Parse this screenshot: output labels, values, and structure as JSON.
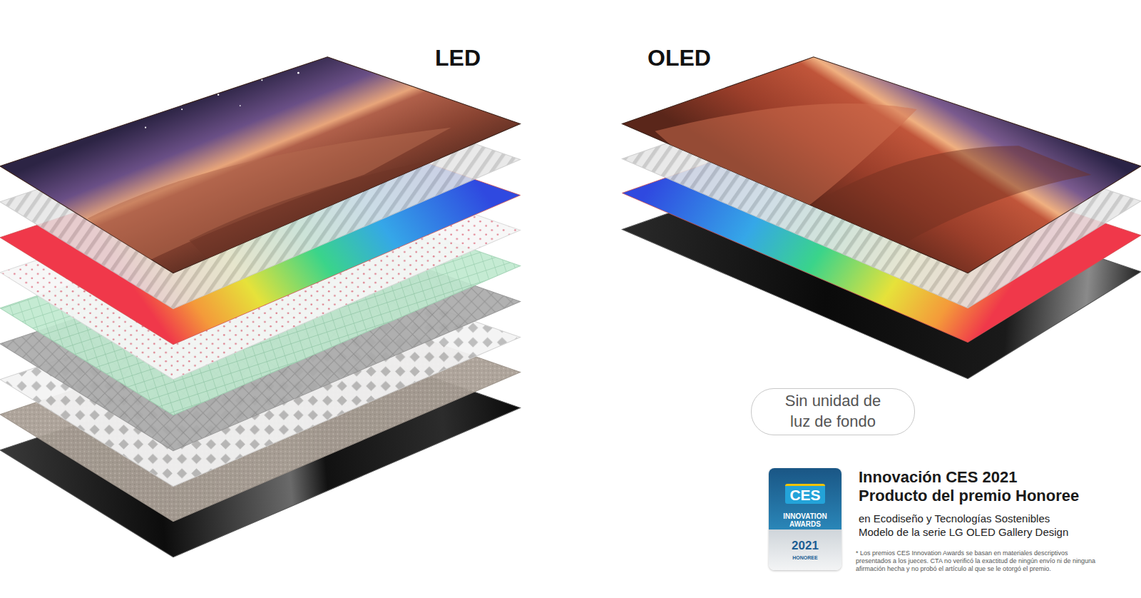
{
  "diagram": {
    "nodes": [
      {
        "text": [
          "Sin unidad de luz de fondo"
        ]
      },
      {
        "text": [
          "CES",
          "INNOVATION AWARDS",
          "2021",
          "HONOREE"
        ]
      }
    ],
    "labels": [
      "LED",
      "OLED",
      "Innovación CES 2021 Producto del premio Honoree",
      "en Ecodiseño y Tecnologías Sostenibles Modelo de la serie LG OLED Gallery Design",
      "* Los premios CES Innovation Awards se basan en materiales descriptivos presentados a los jueces. CTA no verificó la exactitud de ningún envío ni de ninguna afirmación hecha y no probó el artículo al que se le otorgó el premio."
    ]
  }
}
